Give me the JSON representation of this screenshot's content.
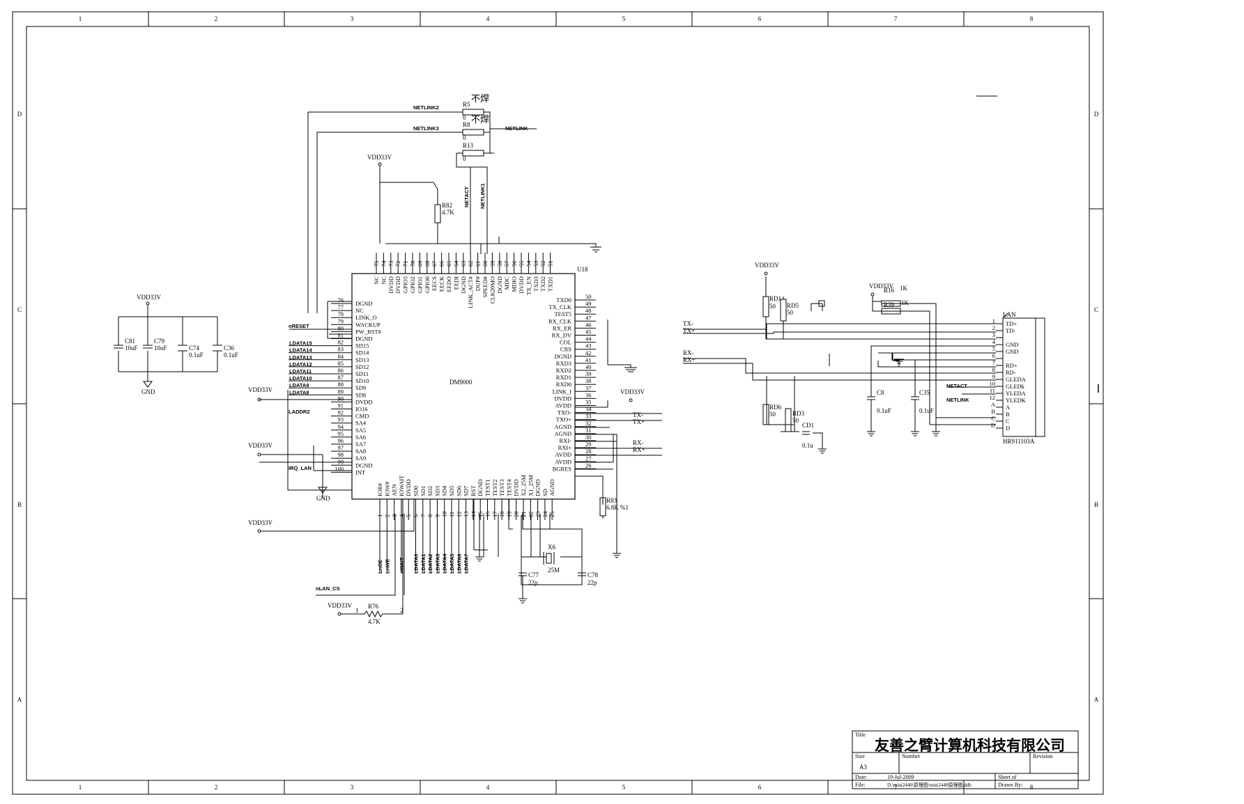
{
  "frame": {
    "col_labels": [
      "1",
      "2",
      "3",
      "4",
      "5",
      "6",
      "7",
      "8"
    ],
    "row_labels": [
      "D",
      "C",
      "B",
      "A"
    ]
  },
  "chip": {
    "ref": "U18",
    "name": "DM9000",
    "left_pins": [
      {
        "num": "76",
        "name": "DGND"
      },
      {
        "num": "77",
        "name": "NC"
      },
      {
        "num": "78",
        "name": "LINK_O"
      },
      {
        "num": "79",
        "name": "WACKUP"
      },
      {
        "num": "80",
        "name": "PW_RST#"
      },
      {
        "num": "81",
        "name": "DGND"
      },
      {
        "num": "82",
        "name": "SD15"
      },
      {
        "num": "83",
        "name": "SD14"
      },
      {
        "num": "84",
        "name": "SD13"
      },
      {
        "num": "85",
        "name": "SD12"
      },
      {
        "num": "86",
        "name": "SD11"
      },
      {
        "num": "87",
        "name": "SD10"
      },
      {
        "num": "88",
        "name": "SD9"
      },
      {
        "num": "89",
        "name": "SD8"
      },
      {
        "num": "90",
        "name": "DVDD"
      },
      {
        "num": "91",
        "name": "IO16"
      },
      {
        "num": "92",
        "name": "CMD"
      },
      {
        "num": "93",
        "name": "SA4"
      },
      {
        "num": "94",
        "name": "SA5"
      },
      {
        "num": "95",
        "name": "SA6"
      },
      {
        "num": "96",
        "name": "SA7"
      },
      {
        "num": "97",
        "name": "SA8"
      },
      {
        "num": "98",
        "name": "SA9"
      },
      {
        "num": "99",
        "name": "DGND"
      },
      {
        "num": "100",
        "name": "INT"
      }
    ],
    "right_pins": [
      {
        "num": "50",
        "name": "TXD0"
      },
      {
        "num": "49",
        "name": "TX_CLK"
      },
      {
        "num": "48",
        "name": "TEST5"
      },
      {
        "num": "47",
        "name": "RX_CLK"
      },
      {
        "num": "46",
        "name": "RX_ER"
      },
      {
        "num": "45",
        "name": "RX_DV"
      },
      {
        "num": "44",
        "name": "COL"
      },
      {
        "num": "43",
        "name": "CRS"
      },
      {
        "num": "42",
        "name": "DGND"
      },
      {
        "num": "41",
        "name": "RXD3"
      },
      {
        "num": "40",
        "name": "RXD2"
      },
      {
        "num": "39",
        "name": "RXD1"
      },
      {
        "num": "38",
        "name": "RXD0"
      },
      {
        "num": "37",
        "name": "LINK_I"
      },
      {
        "num": "36",
        "name": "DVDD"
      },
      {
        "num": "35",
        "name": "AVDD"
      },
      {
        "num": "34",
        "name": "TXO-"
      },
      {
        "num": "33",
        "name": "TXO+"
      },
      {
        "num": "32",
        "name": "AGND"
      },
      {
        "num": "31",
        "name": "AGND"
      },
      {
        "num": "30",
        "name": "RXI-"
      },
      {
        "num": "29",
        "name": "RXI+"
      },
      {
        "num": "28",
        "name": "AVDD"
      },
      {
        "num": "27",
        "name": "AVDD"
      },
      {
        "num": "26",
        "name": "BGRES"
      }
    ],
    "top_pins": [
      {
        "num": "75",
        "name": "NC"
      },
      {
        "num": "74",
        "name": "NC"
      },
      {
        "num": "73",
        "name": "DVDD"
      },
      {
        "num": "72",
        "name": "DVDD"
      },
      {
        "num": "71",
        "name": "GPIO3"
      },
      {
        "num": "70",
        "name": "GPIO2"
      },
      {
        "num": "69",
        "name": "GPIO1"
      },
      {
        "num": "68",
        "name": "GPIO0"
      },
      {
        "num": "67",
        "name": "EECS"
      },
      {
        "num": "66",
        "name": "EECK"
      },
      {
        "num": "65",
        "name": "EEDO"
      },
      {
        "num": "64",
        "name": "EEDI"
      },
      {
        "num": "63",
        "name": "DGND"
      },
      {
        "num": "62",
        "name": "LINK_ACT#"
      },
      {
        "num": "61",
        "name": "DUP#"
      },
      {
        "num": "60",
        "name": "SPEED#"
      },
      {
        "num": "59",
        "name": "CLK20MO"
      },
      {
        "num": "58",
        "name": "DGND"
      },
      {
        "num": "57",
        "name": "MDC"
      },
      {
        "num": "56",
        "name": "MDIO"
      },
      {
        "num": "55",
        "name": "DVDD"
      },
      {
        "num": "54",
        "name": "TX_EN"
      },
      {
        "num": "53",
        "name": "TXD3"
      },
      {
        "num": "52",
        "name": "TXD2"
      },
      {
        "num": "51",
        "name": "TXD1"
      }
    ],
    "bottom_pins": [
      {
        "num": "1",
        "name": "IOR#"
      },
      {
        "num": "2",
        "name": "IOW#"
      },
      {
        "num": "3",
        "name": "AEN"
      },
      {
        "num": "4",
        "name": "IOWAIT"
      },
      {
        "num": "5",
        "name": "DVDD"
      },
      {
        "num": "6",
        "name": "SD0"
      },
      {
        "num": "7",
        "name": "SD1"
      },
      {
        "num": "8",
        "name": "SD2"
      },
      {
        "num": "9",
        "name": "SD3"
      },
      {
        "num": "10",
        "name": "SD4"
      },
      {
        "num": "11",
        "name": "SD5"
      },
      {
        "num": "12",
        "name": "SD6"
      },
      {
        "num": "13",
        "name": "SD7"
      },
      {
        "num": "14",
        "name": "RST"
      },
      {
        "num": "15",
        "name": "DGND"
      },
      {
        "num": "16",
        "name": "TEST1"
      },
      {
        "num": "17",
        "name": "TEST2"
      },
      {
        "num": "18",
        "name": "TEST3"
      },
      {
        "num": "19",
        "name": "TEST4"
      },
      {
        "num": "20",
        "name": "DVDD"
      },
      {
        "num": "21",
        "name": "X2_25M"
      },
      {
        "num": "22",
        "name": "X1_25M"
      },
      {
        "num": "23",
        "name": "DGND"
      },
      {
        "num": "24",
        "name": "SD"
      },
      {
        "num": "25",
        "name": "AGND"
      }
    ]
  },
  "left_nets": {
    "nreset": "nRESET",
    "ldata": [
      "LDATA15",
      "LDATA14",
      "LDATA13",
      "LDATA12",
      "LDATA11",
      "LDATA10",
      "LDATA9",
      "LDATA8"
    ],
    "laddr": "LADDR2",
    "irq": "IRQ_LAN",
    "ncs": "nLAN_CS"
  },
  "bottom_nets": [
    "LnOE",
    "LnWE",
    "nWAIT",
    "LDATA0",
    "LDATA1",
    "LDATA2",
    "LDATA3",
    "LDATA4",
    "LDATA5",
    "LDATA6",
    "LDATA7"
  ],
  "top_nets": {
    "netlink2": "NETLINK2",
    "netlink3": "NETLINK3",
    "netlink": "NETLINK",
    "netact": "NETACT",
    "netlink1": "NETLINK1",
    "no_solder": "不焊"
  },
  "components": {
    "r5": "R5",
    "r8": "R8",
    "r13": "R13",
    "zero": "0",
    "r82": "R82",
    "r82_val": "4.7K",
    "r83": "R83",
    "r83_val": "6.8K %1",
    "r76": "R76",
    "r76_val": "4.7K",
    "r76_p1": "1",
    "r76_p2": "2",
    "x6": "X6",
    "x6_val": "25M",
    "c77": "C77",
    "c78": "C78",
    "cap22p": "22p",
    "c81": "C81",
    "c79": "C79",
    "c74": "C74",
    "c36": "C36",
    "val10u": "10uF",
    "val01u": "0.1uF",
    "rd1": "RD1",
    "rd5": "RD5",
    "rd6": "RD6",
    "rd3": "RD3",
    "val50": "50",
    "cd1": "CD1",
    "cd1_val": "0.1u",
    "c8": "C8",
    "c35": "C35",
    "r16": "R16",
    "r39": "R39",
    "val1k": "1K",
    "vdd": "VDD33V",
    "gnd": "GND"
  },
  "right_nets": {
    "tx_minus": "TX-",
    "tx_plus": "TX+",
    "rx_minus": "RX-",
    "rx_plus": "RX+",
    "netact": "NETACT",
    "netlink": "NETLINK"
  },
  "connector": {
    "title": "LAN",
    "part": "HR911103A",
    "pins": [
      {
        "num": "1",
        "name": "TD+"
      },
      {
        "num": "2",
        "name": "TD-"
      },
      {
        "num": "3",
        "name": ""
      },
      {
        "num": "4",
        "name": "GND"
      },
      {
        "num": "5",
        "name": "GND"
      },
      {
        "num": "6",
        "name": ""
      },
      {
        "num": "7",
        "name": "RD+"
      },
      {
        "num": "8",
        "name": "RD-"
      },
      {
        "num": "9",
        "name": "GLEDA"
      },
      {
        "num": "10",
        "name": "GLEDk"
      },
      {
        "num": "11",
        "name": "YLEDA"
      },
      {
        "num": "12",
        "name": "YLEDK"
      },
      {
        "num": "A",
        "name": "A"
      },
      {
        "num": "B",
        "name": "B"
      },
      {
        "num": "C",
        "name": "C"
      },
      {
        "num": "D",
        "name": "D"
      }
    ]
  },
  "title_block": {
    "title_label": "Title",
    "company": "友善之臂计算机科技有限公司",
    "size_label": "Size",
    "size": "A3",
    "number_label": "Number",
    "revision_label": "Revision",
    "date_label": "Date:",
    "date": "19-Jul-2009",
    "sheet_label": "Sheet   of",
    "file_label": "File:",
    "file": "D:\\mini2440\\原理图\\mini2440原理图.ddb",
    "drawn_label": "Drawn By:"
  }
}
